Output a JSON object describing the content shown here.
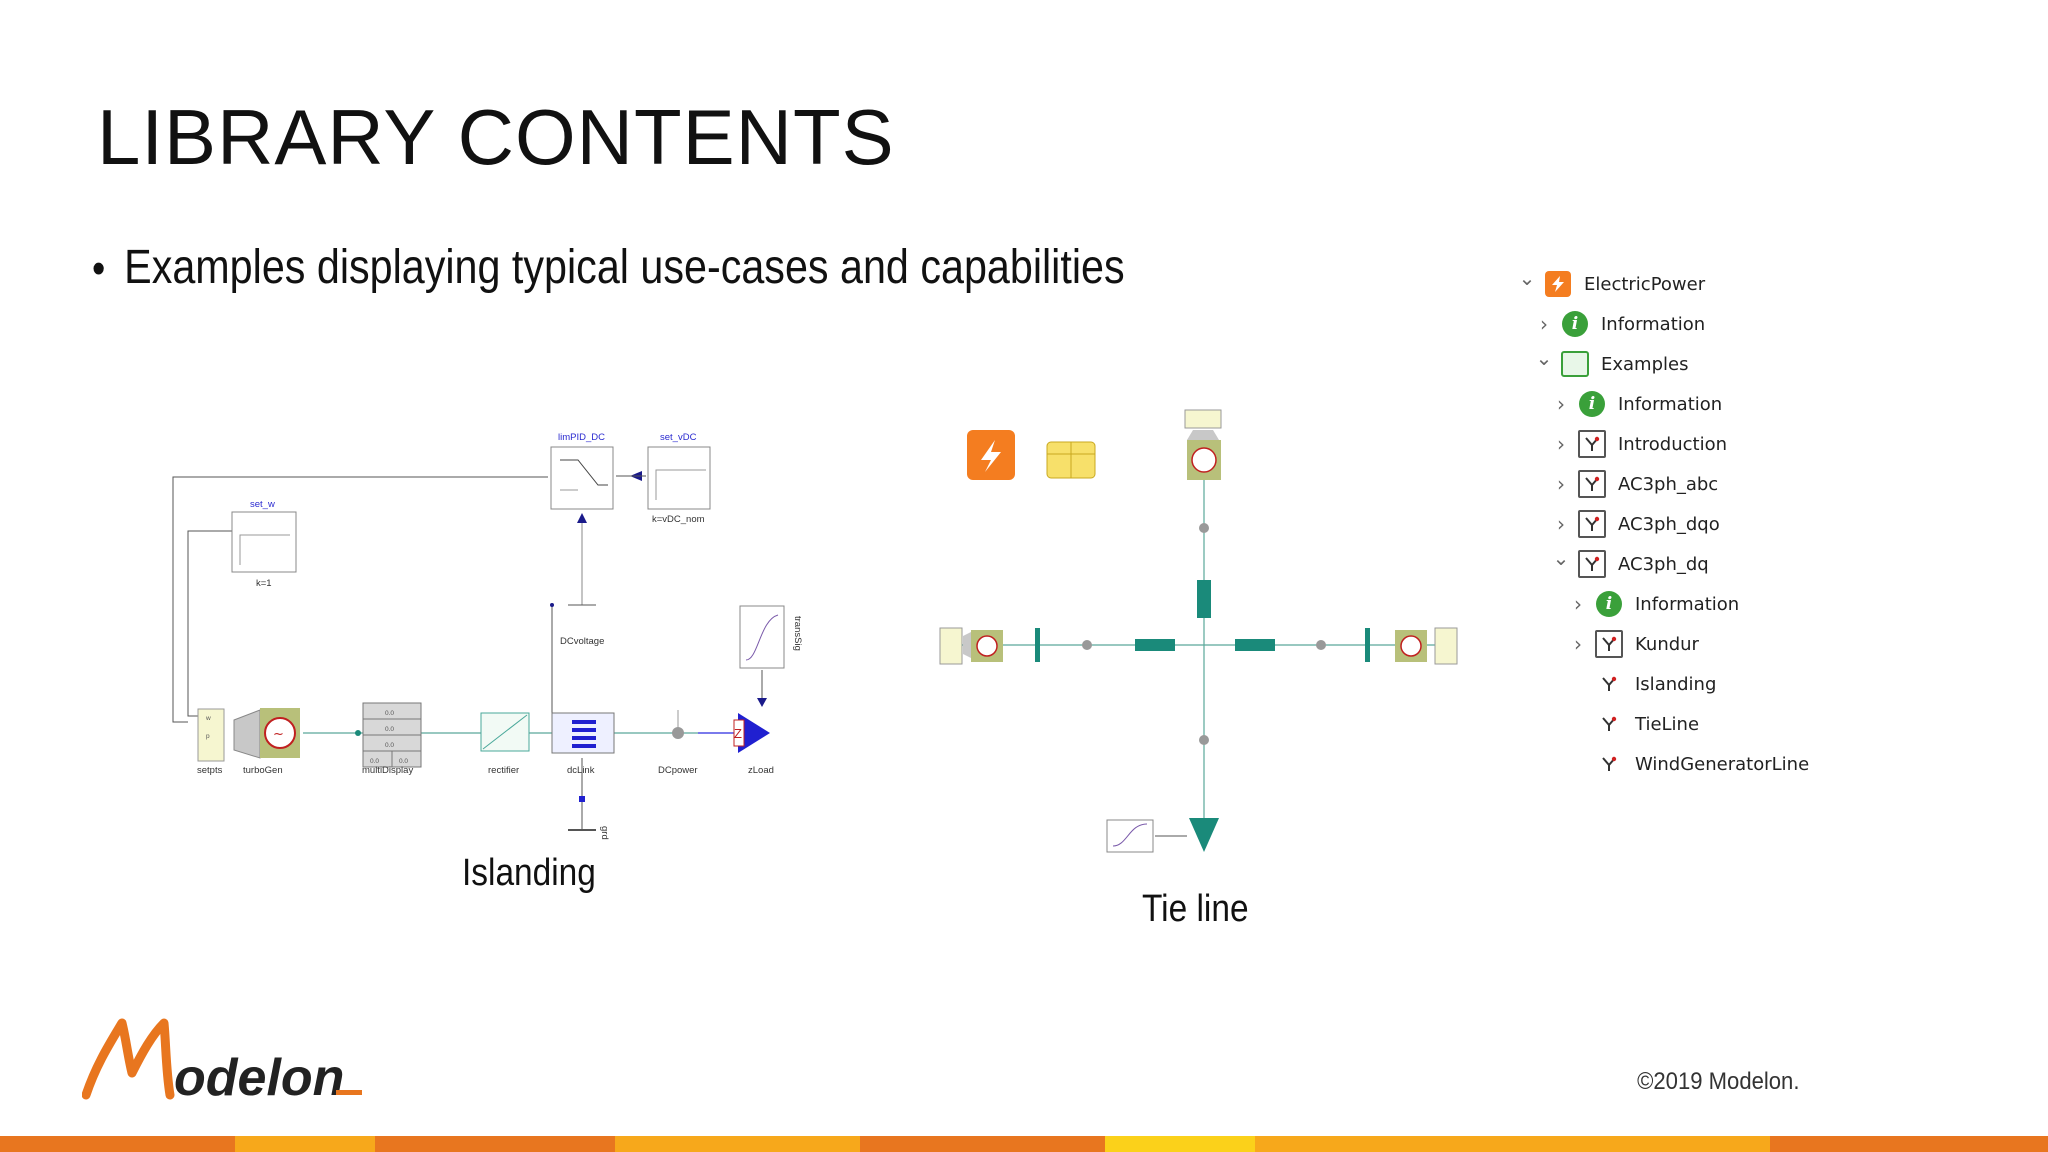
{
  "slide": {
    "title": "LIBRARY CONTENTS",
    "bullet": "Examples displaying typical use-cases and capabilities",
    "copyright": "©2019 Modelon.",
    "logo_text": "Modelon"
  },
  "islanding": {
    "caption": "Islanding",
    "labels": {
      "limpid": "limPID_DC",
      "set_vdc": "set_vDC",
      "set_w": "set_w",
      "k1": "k=1",
      "k_vdc": "k=vDC_nom",
      "dcvoltage": "DCvoltage",
      "setpts": "setpts",
      "turbogen": "turboGen",
      "multidisplay": "multiDisplay",
      "rectifier": "rectifier",
      "dclink": "dcLink",
      "dcpower": "DCpower",
      "zload": "zLoad",
      "transsig": "transSig",
      "grd": "grd",
      "md_vals": [
        "0.0",
        "0.0",
        "0.0",
        "0.0",
        "0.0"
      ]
    }
  },
  "tieline": {
    "caption": "Tie line"
  },
  "tree": {
    "items": [
      {
        "label": "ElectricPower",
        "icon": "power-icon",
        "chevron": "down",
        "indent": 0
      },
      {
        "label": "Information",
        "icon": "info-icon",
        "chevron": "right",
        "indent": 1
      },
      {
        "label": "Examples",
        "icon": "examples-package-icon",
        "chevron": "down",
        "indent": 1
      },
      {
        "label": "Information",
        "icon": "info-icon",
        "chevron": "right",
        "indent": 2
      },
      {
        "label": "Introduction",
        "icon": "model-icon",
        "chevron": "right",
        "indent": 2
      },
      {
        "label": "AC3ph_abc",
        "icon": "model-icon",
        "chevron": "right",
        "indent": 2
      },
      {
        "label": "AC3ph_dqo",
        "icon": "model-icon",
        "chevron": "right",
        "indent": 2
      },
      {
        "label": "AC3ph_dq",
        "icon": "model-icon",
        "chevron": "down",
        "indent": 2
      },
      {
        "label": "Information",
        "icon": "info-icon",
        "chevron": "right",
        "indent": 3
      },
      {
        "label": "Kundur",
        "icon": "model-icon",
        "chevron": "right",
        "indent": 3
      },
      {
        "label": "Islanding",
        "icon": "model-icon",
        "chevron": "none",
        "indent": 3
      },
      {
        "label": "TieLine",
        "icon": "model-icon",
        "chevron": "none",
        "indent": 3
      },
      {
        "label": "WindGeneratorLine",
        "icon": "model-icon",
        "chevron": "none",
        "indent": 3
      }
    ]
  },
  "colors": {
    "accent_orange": "#f47d20",
    "info_green": "#3aa03a",
    "diagram_teal": "#1a8a7a",
    "diagram_blue": "#2020d0",
    "bottom_bar": [
      "#e8761f",
      "#f7a81b",
      "#e8761f",
      "#f7a81b",
      "#e8761f",
      "#fbd11a",
      "#f7a81b",
      "#e8761f"
    ]
  }
}
